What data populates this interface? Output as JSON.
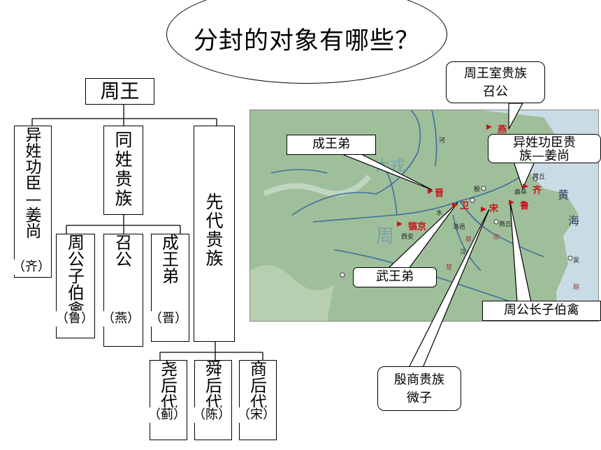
{
  "title": "分封的对象有哪些？",
  "tree": {
    "root": "周王",
    "yixing": {
      "label": "异姓功臣—姜尚",
      "note": "（齐）"
    },
    "tongxing": {
      "label": "同姓贵族",
      "children": [
        {
          "label": "周公子伯禽",
          "note": "（鲁）"
        },
        {
          "label": "召公",
          "note": "（燕）"
        },
        {
          "label": "成王弟",
          "note": "（晋）"
        }
      ]
    },
    "xiandai": {
      "label": "先代贵族",
      "children": [
        {
          "label": "尧后代",
          "note": "（蓟）"
        },
        {
          "label": "舜后代",
          "note": "（陈）"
        },
        {
          "label": "商后代",
          "note": "（宋）"
        }
      ]
    }
  },
  "callouts": {
    "zhouwangshi_line1": "周王室贵族",
    "zhouwangshi_line2": "召公",
    "chengwangdi": "成王弟",
    "yixing_line1": "异姓功臣贵",
    "yixing_line2": "族—姜尚",
    "wuwangdi": "武王弟",
    "zhougong": "周公长子伯禽",
    "yinshang_line1": "殷商贵族",
    "yinshang_line2": "微子"
  },
  "map": {
    "states": {
      "yan": "燕",
      "jin": "晋",
      "wei": "卫",
      "song": "宋",
      "lu": "鲁",
      "qi": "齐",
      "haojing": "镐京"
    },
    "regions": {
      "zhou": "周",
      "dayong": "大戎",
      "huang": "黄",
      "hai": "海"
    },
    "places": {
      "xian": "西安",
      "yin": "殷",
      "ying": "营丘",
      "qufu": "曲阜",
      "shangqiu": "商丘",
      "luoyi": "洛邑",
      "cai": "蔡",
      "chen": "陈",
      "chu": "楚",
      "wu": "吴",
      "yue": "越",
      "he": "河",
      "shui": "水",
      "jiang": "汉"
    },
    "colors": {
      "land": "#9fbf9a",
      "water": "#c9dce6",
      "river": "#3f6fa0",
      "state": "#c8141e"
    }
  }
}
